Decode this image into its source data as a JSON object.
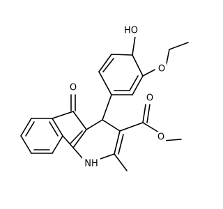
{
  "molecule": {
    "colors": {
      "background": "#ffffff",
      "bond": "#000000",
      "label": "#000000"
    },
    "atom_labels": {
      "hydroxyl_oxygen": "HO",
      "ether_oxygen": "O",
      "ketone_oxygen": "O",
      "ester_carbonyl_oxygen": "O",
      "ester_alkoxy_oxygen": "O",
      "ring_nitrogen": "NH"
    }
  }
}
